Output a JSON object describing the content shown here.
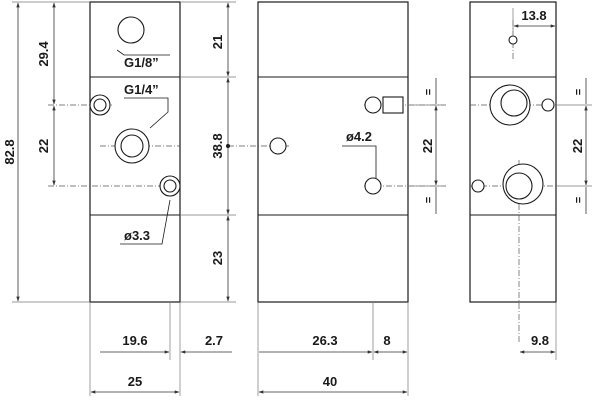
{
  "views": {
    "front": {
      "port_top_label": "G1/8”",
      "port_main_label": "G1/4”",
      "hole_label": "ø3.3",
      "dims": {
        "overall_height": "82.8",
        "upper": "29.4",
        "pitch": "22",
        "top_block": "21",
        "middle_block": "38.8",
        "bottom_block": "23",
        "port_offset": "19.6",
        "edge_offset": "2.7",
        "width": "25"
      }
    },
    "side": {
      "hole_label": "ø4.2",
      "dims": {
        "pitch": "22",
        "hole_offset": "26.3",
        "tab": "8",
        "width": "40"
      },
      "equal_mark_top": "=",
      "equal_mark_bottom": "="
    },
    "right": {
      "dims": {
        "top_offset": "13.8",
        "pitch": "22",
        "bottom_offset": "9.8"
      },
      "equal_mark_top": "=",
      "equal_mark_bottom": "="
    }
  }
}
